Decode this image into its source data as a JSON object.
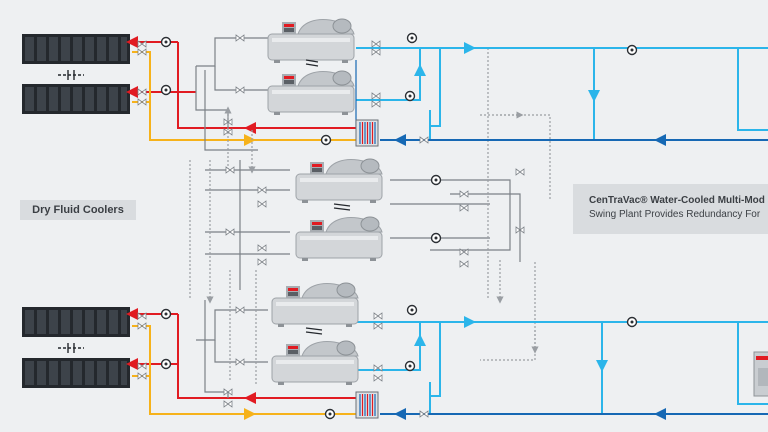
{
  "labels": {
    "dry_fluid_coolers": "Dry Fluid Coolers"
  },
  "callout": {
    "line1": "CenTraVac® Water-Cooled Multi-Mod",
    "line2": "Swing Plant Provides Redundancy For"
  },
  "colors": {
    "hot": "#e11b22",
    "warm": "#f6b21b",
    "chilled": "#2bb5ea",
    "chilled_return": "#1668b4",
    "swing": "#9a9ea3",
    "gray": "#7c8187",
    "cooler": "#24282d",
    "chiller_body": "#d3d6d9",
    "panel": "#d9dcdf"
  }
}
